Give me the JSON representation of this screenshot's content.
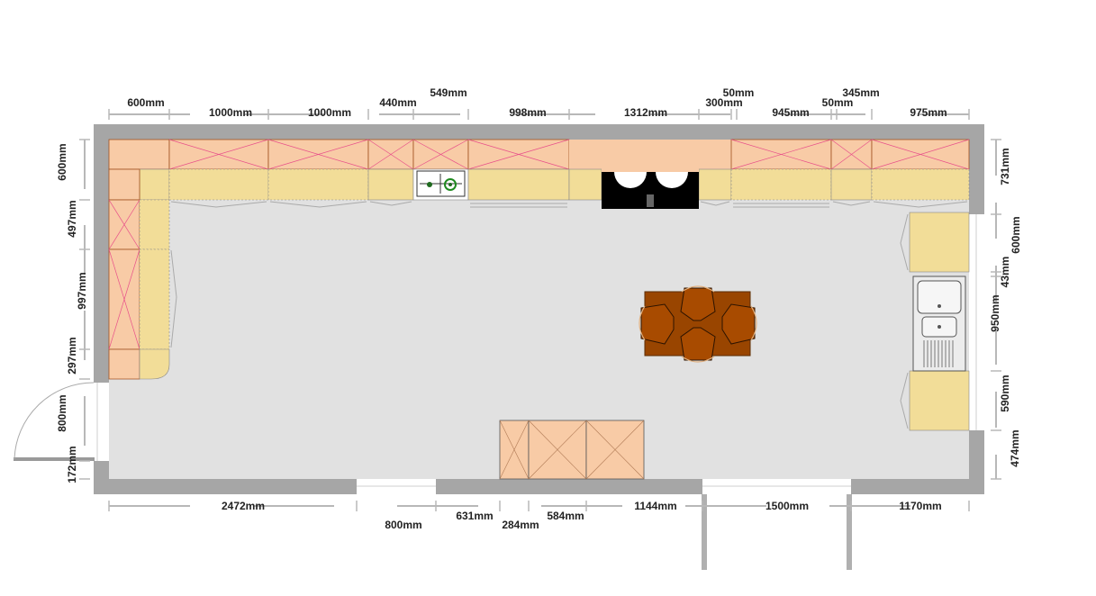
{
  "dimensions": {
    "top": [
      "600mm",
      "1000mm",
      "1000mm",
      "440mm",
      "549mm",
      "998mm",
      "1312mm",
      "50mm",
      "300mm",
      "945mm",
      "50mm",
      "345mm",
      "975mm"
    ],
    "bottom": [
      "2472mm",
      "800mm",
      "631mm",
      "284mm",
      "584mm",
      "1144mm",
      "1500mm",
      "1170mm"
    ],
    "left": [
      "600mm",
      "497mm",
      "997mm",
      "297mm",
      "800mm",
      "172mm"
    ],
    "right": [
      "731mm",
      "600mm",
      "43mm",
      "950mm",
      "590mm",
      "474mm"
    ]
  },
  "colors": {
    "wall": "#a6a6a6",
    "floor": "#e1e1e1",
    "wall_cabinet": "#f8cba6",
    "base_cabinet": "#f2dd98",
    "cross_lines": "#e8508a",
    "table": "#994500",
    "chair": "#a84b00",
    "hob": "#000000"
  },
  "icons": [
    "gas-hob-icon",
    "induction-hob-icon",
    "double-sink-icon",
    "dining-table-icon",
    "chair-icon",
    "door-swing-icon"
  ]
}
